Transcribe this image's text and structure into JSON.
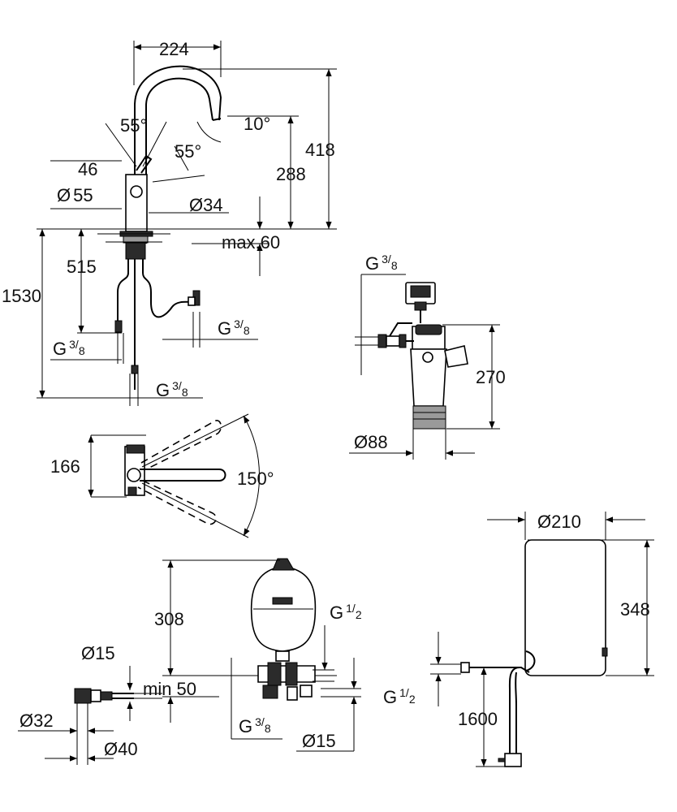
{
  "faucet": {
    "dim_reach": "224",
    "dim_swivel_angle": "55°",
    "dim_lever_angle": "55°",
    "dim_spout_angle": "10°",
    "dim_lever_height": "46",
    "dim_body_diameter_prefix": "Ø",
    "dim_body_diameter_value": "55",
    "dim_hole_diameter": "Ø34",
    "dim_total_height": "418",
    "dim_outlet_height": "288",
    "dim_deck_thickness": "max.60",
    "dim_hose_length": "515",
    "dim_total_hose_length": "1530",
    "connection_g38_main": "G",
    "connection_g38_num": "3",
    "connection_g38_den": "8"
  },
  "top_view": {
    "dim_depth": "166",
    "dim_rotation": "150°"
  },
  "filter": {
    "connection": "G",
    "connection_num": "3",
    "connection_den": "8",
    "dim_height": "270",
    "dim_diameter": "Ø88"
  },
  "boiler": {
    "dim_diameter": "Ø210",
    "dim_height": "348",
    "connection": "G",
    "connection_num": "1",
    "connection_den": "2",
    "dim_cable_length": "1600"
  },
  "expansion_vessel": {
    "dim_height": "308",
    "dim_min": "min 50",
    "connection_g12": "G",
    "connection_g12_num": "1",
    "connection_g12_den": "2",
    "connection_g38": "G",
    "connection_g38_num": "3",
    "connection_g38_den": "8",
    "dim_pipe": "Ø15"
  },
  "wall_valve": {
    "dim_pipe": "Ø15",
    "dim_inner": "Ø32",
    "dim_outer": "Ø40"
  }
}
